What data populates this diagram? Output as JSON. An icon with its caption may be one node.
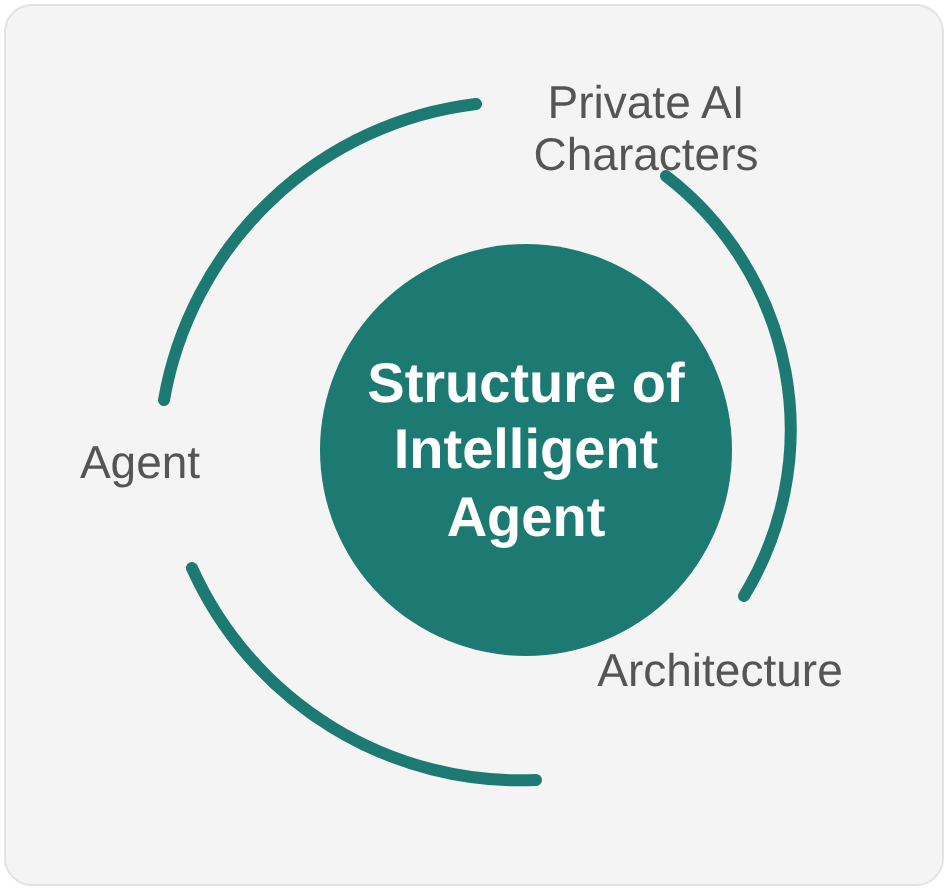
{
  "diagram": {
    "nodes": [
      {
        "text": [
          "Structure of Intelligent Agent"
        ]
      }
    ],
    "labels": [
      "Private AI Characters",
      "Agent",
      "Architecture"
    ]
  }
}
